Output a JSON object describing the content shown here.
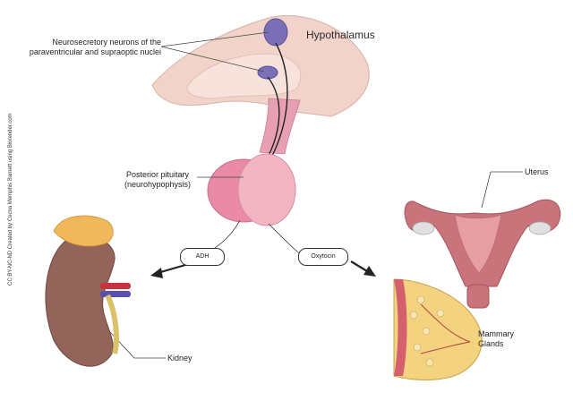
{
  "labels": {
    "hypothalamus": "Hypothalamus",
    "neurons_line1": "Neurosecretory neurons of the",
    "neurons_line2": "paraventricular and supraoptic nuclei",
    "pituitary_line1": "Posterior pituitary",
    "pituitary_line2": "(neurohypophysis)",
    "adh": "ADH",
    "oxytocin": "Oxytocin",
    "uterus": "Uterus",
    "mammary_line1": "Mammary",
    "mammary_line2": "Glands",
    "kidney": "Kidney"
  },
  "credit": "CC BY-NC-ND Created by Cecna Memphis Barnett using Biorender.com",
  "colors": {
    "brain": "#f2d3c9",
    "nucleus": "#7b70b8",
    "pituitary": "#e98aa6",
    "kidney": "#93645a",
    "uterus": "#c9747a",
    "breast": "#f3d37f"
  }
}
